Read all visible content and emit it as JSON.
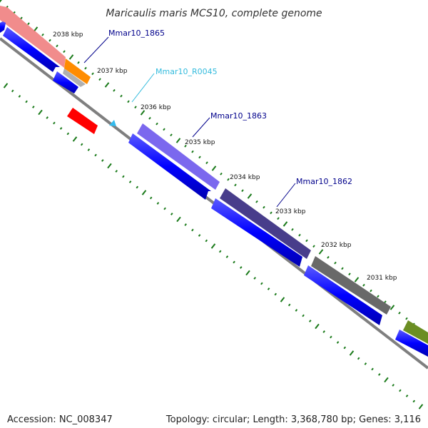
{
  "title": "Maricaulis maris MCS10, complete genome",
  "accession": "Accession: NC_008347",
  "summary": "Topology: circular; Length: 3,368,780 bp; Genes: 3,116",
  "colors": {
    "backbone": "#808080",
    "tick": "#1a7a1a",
    "cds": "#0000ff",
    "rna": "#ff0000",
    "trna": "#33bbee"
  },
  "ticks": [
    "2038 kbp",
    "2037 kbp",
    "2036 kbp",
    "2035 kbp",
    "2034 kbp",
    "2033 kbp",
    "2032 kbp",
    "2031 kbp"
  ],
  "gene_labels": [
    {
      "text": "Mmar10_1865",
      "color": "#00008b"
    },
    {
      "text": "Mmar10_R0045",
      "color": "#33bbdd"
    },
    {
      "text": "Mmar10_1863",
      "color": "#00008b"
    },
    {
      "text": "Mmar10_1862",
      "color": "#00008b"
    }
  ],
  "features": [
    {
      "name": "feature-salmon",
      "color": "#f08080"
    },
    {
      "name": "feature-orange",
      "color": "#ff8c00"
    },
    {
      "name": "feature-gray-small",
      "color": "#a0a0a0"
    },
    {
      "name": "feature-lavender",
      "color": "#7b68ee"
    },
    {
      "name": "feature-darkslate",
      "color": "#483d8b"
    },
    {
      "name": "feature-gray",
      "color": "#696969"
    },
    {
      "name": "feature-olive",
      "color": "#6b8e23"
    }
  ]
}
